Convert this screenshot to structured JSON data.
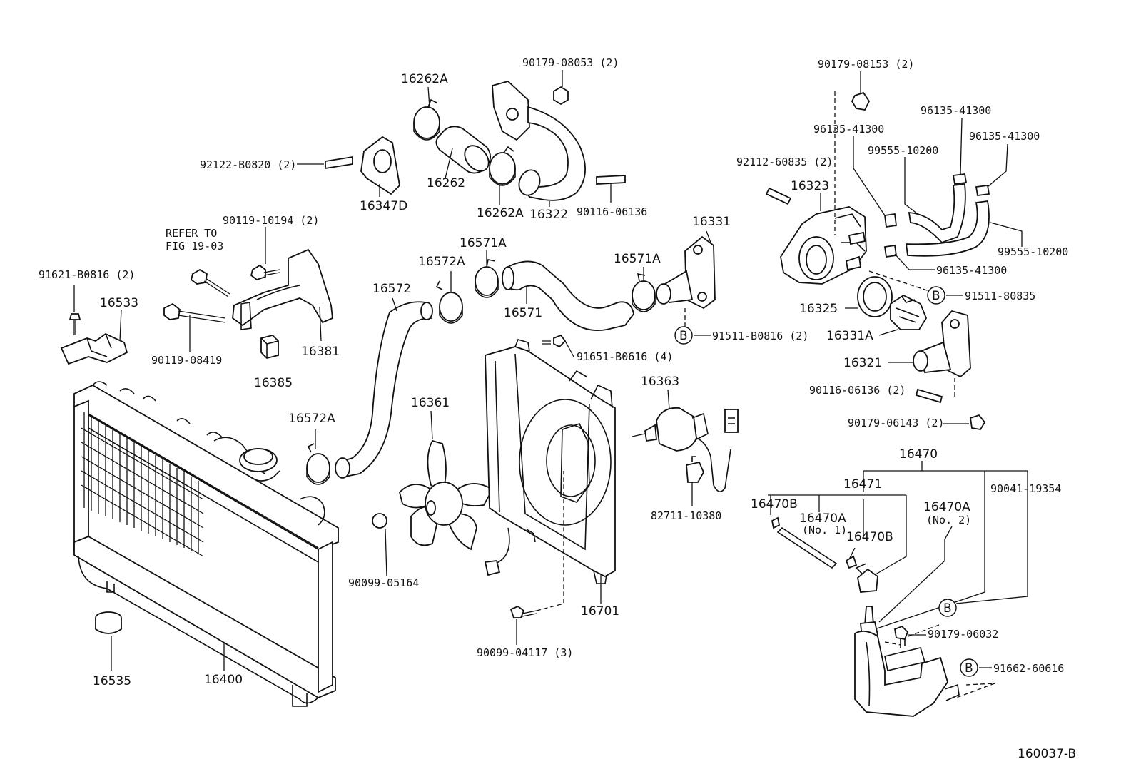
{
  "diagram": {
    "figure_code": "160037-B",
    "refer_note": [
      "REFER TO",
      "FIG 19-03"
    ],
    "ref_marker": "B",
    "labels": {
      "p90179_08053": "90179-08053 (2)",
      "p16262A_top": "16262A",
      "p16262": "16262",
      "p16262A_bot": "16262A",
      "p16322": "16322",
      "p90116_06136": "90116-06136",
      "p92122_B0820": "92122-B0820 (2)",
      "p16347D": "16347D",
      "p90119_10194": "90119-10194 (2)",
      "p91621_B0816": "91621-B0816 (2)",
      "p16533": "16533",
      "p90119_08419": "90119-08419",
      "p16381": "16381",
      "p16385": "16385",
      "p16572": "16572",
      "p16572A_top": "16572A",
      "p16571A_left": "16571A",
      "p16571": "16571",
      "p16571A_right": "16571A",
      "p16331": "16331",
      "p91511_B0816": "91511-B0816 (2)",
      "p90179_08153": "90179-08153 (2)",
      "p96135_41300_a": "96135-41300",
      "p96135_41300_b": "96135-41300",
      "p96135_41300_c": "96135-41300",
      "p96135_41300_d": "96135-41300",
      "p99555_10200_a": "99555-10200",
      "p99555_10200_b": "99555-10200",
      "p92112_60835": "92112-60835 (2)",
      "p16323": "16323",
      "p91511_80835": "91511-80835",
      "p16325": "16325",
      "p16331A": "16331A",
      "p16321": "16321",
      "p90116_06136_2": "90116-06136 (2)",
      "p90179_06143": "90179-06143 (2)",
      "p91651_B0616": "91651-B0616 (4)",
      "p16363": "16363",
      "p16361": "16361",
      "p16572A_bot": "16572A",
      "p82711_10380": "82711-10380",
      "p90099_05164": "90099-05164",
      "p90099_04117": "90099-04117 (3)",
      "p16701": "16701",
      "p16470": "16470",
      "p16471": "16471",
      "p90041_19354": "90041-19354",
      "p16470B_a": "16470B",
      "p16470A_no1": "16470A",
      "no1": "(No. 1)",
      "p16470B_b": "16470B",
      "p16470A_no2": "16470A",
      "no2": "(No. 2)",
      "p90179_06032": "90179-06032",
      "p91662_60616": "91662-60616",
      "p16535": "16535",
      "p16400": "16400"
    }
  }
}
